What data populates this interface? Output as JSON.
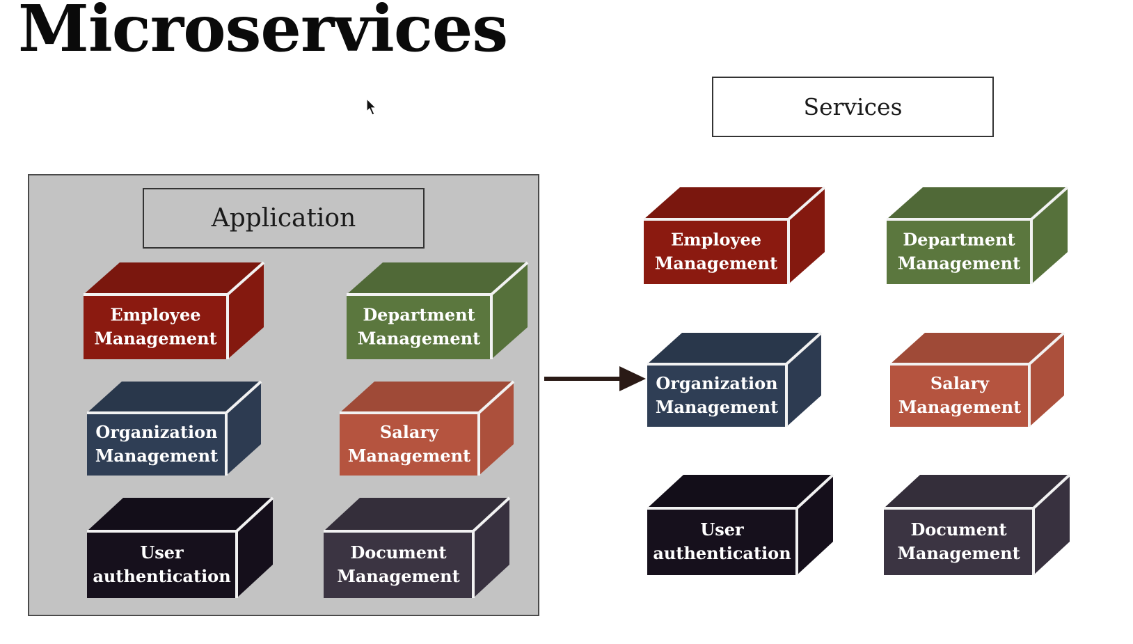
{
  "title": "Microservices",
  "application": {
    "label": "Application",
    "modules": [
      {
        "line1": "Employee",
        "line2": "Management",
        "color": "#8b1a10"
      },
      {
        "line1": "Department",
        "line2": "Management",
        "color": "#5b773e"
      },
      {
        "line1": "Organization",
        "line2": "Management",
        "color": "#2f3e55"
      },
      {
        "line1": "Salary",
        "line2": "Management",
        "color": "#b5543f"
      },
      {
        "line1": "User",
        "line2": "authentication",
        "color": "#16101c"
      },
      {
        "line1": "Document",
        "line2": "Management",
        "color": "#3b3442"
      }
    ]
  },
  "services": {
    "label": "Services",
    "modules": [
      {
        "line1": "Employee",
        "line2": "Management",
        "color": "#8b1a10"
      },
      {
        "line1": "Department",
        "line2": "Management",
        "color": "#5b773e"
      },
      {
        "line1": "Organization",
        "line2": "Management",
        "color": "#2f3e55"
      },
      {
        "line1": "Salary",
        "line2": "Management",
        "color": "#b5543f"
      },
      {
        "line1": "User",
        "line2": "authentication",
        "color": "#16101c"
      },
      {
        "line1": "Document",
        "line2": "Management",
        "color": "#3b3442"
      }
    ]
  }
}
